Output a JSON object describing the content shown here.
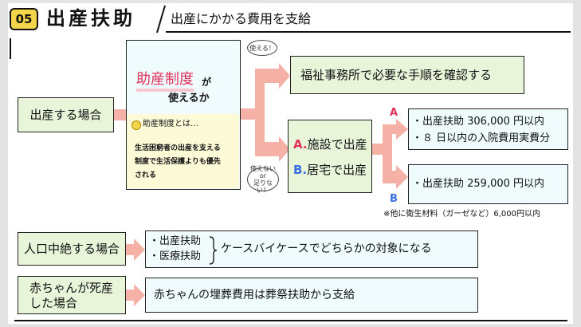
{
  "header": {
    "badge": "05",
    "title": "出産扶助",
    "subtitle": "出産にかかる費用を支給"
  },
  "left_boxes": {
    "birth": "出産する場合",
    "abortion": "人口中絶する場合",
    "stillbirth_line1": "赤ちゃんが死産",
    "stillbirth_line2": "した場合"
  },
  "system_box": {
    "highlight": "助産制度",
    "ga": "が",
    "line2": "使えるか",
    "tip_title": "助産制度とは…",
    "tip_body_1": "生活困窮者の出産を支える",
    "tip_body_2": "制度で生活保護よりも優先",
    "tip_body_3": "される"
  },
  "bubbles": {
    "usable": "使える！",
    "not_usable_1": "使えない",
    "not_usable_2": "or",
    "not_usable_3": "足りない！"
  },
  "welfare_box": "福祉事務所で必要な手順を確認する",
  "facility_box": {
    "a_mark": "A.",
    "a_text": "施設で出産",
    "b_mark": "B.",
    "b_text": "居宅で出産"
  },
  "branch_labels": {
    "a": "A",
    "b": "B"
  },
  "result_a": {
    "line1": "・出産扶助 306,000 円以内",
    "line2": "・８ 日以内の入院費用実費分"
  },
  "result_b": "・出産扶助 259,000 円以内",
  "note": "※他に衛生材料（ガーゼなど）6,000円以内",
  "abortion_items": {
    "item1": "・出産扶助",
    "item2": "・医療扶助",
    "result": "ケースバイケースでどちらかの対象になる"
  },
  "stillbirth_result": "赤ちゃんの埋葬費用は葬祭扶助から支給",
  "colors": {
    "badge": "#f5d54a",
    "arrow": "#f6b1a7",
    "green_box": "#e8f5d9",
    "cyan_box": "#effbfd",
    "highlight": "#e0315a",
    "b_blue": "#3a6ee0"
  }
}
